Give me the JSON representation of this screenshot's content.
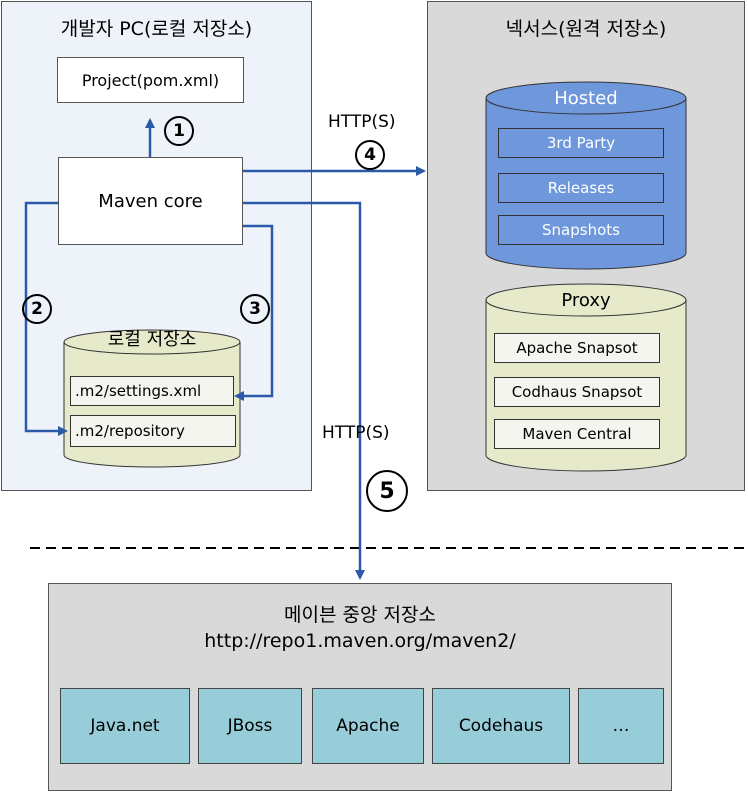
{
  "local_pc": {
    "title": "개발자 PC(로컬 저장소)"
  },
  "project": {
    "label": "Project(pom.xml)"
  },
  "maven_core": {
    "label": "Maven core"
  },
  "local_repo": {
    "title": "로컬 저장소",
    "settings": ".m2/settings.xml",
    "repository": ".m2/repository"
  },
  "nexus": {
    "title": "넥서스(원격 저장소)",
    "hosted": {
      "title": "Hosted",
      "items": [
        "3rd Party",
        "Releases",
        "Snapshots"
      ]
    },
    "proxy": {
      "title": "Proxy",
      "items": [
        "Apache Snapsot",
        "Codhaus Snapsot",
        "Maven Central"
      ]
    }
  },
  "http_top": "HTTP(S)",
  "http_bottom": "HTTP(S)",
  "steps": [
    "①",
    "②",
    "③",
    "④",
    "⑤"
  ],
  "central": {
    "title": "메이븐 중앙 저장소",
    "url": "http://repo1.maven.org/maven2/",
    "repos": [
      "Java.net",
      "JBoss",
      "Apache",
      "Codehaus",
      "…"
    ]
  },
  "colors": {
    "arrow": "#2b5aa8",
    "hosted_fill": "#6f97dc",
    "proxy_fill": "#e6eacb",
    "local_repo_fill": "#e6eacb",
    "panel_local": "#eef2f9",
    "panel_gray": "#d9d9d9",
    "repo_fill": "#97cdd9"
  }
}
